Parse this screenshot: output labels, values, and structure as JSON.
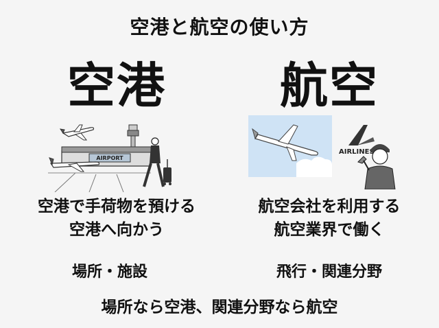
{
  "title": "空港と航空の使い方",
  "left": {
    "word": "空港",
    "desc_line1": "空港で手荷物を預ける",
    "desc_line2": "空港へ向かう",
    "category": "場所・施設",
    "building_sign": "AIRPORT"
  },
  "right": {
    "word": "航空",
    "desc_line1": "航空会社を利用する",
    "desc_line2": "航空業界で働く",
    "category": "飛行・関連分野",
    "logo_text": "AIRLINES"
  },
  "summary": "場所なら空港、関連分野なら航空",
  "colors": {
    "background": "#f5f5f5",
    "sky": "#cfe3f5",
    "ink": "#111111"
  }
}
